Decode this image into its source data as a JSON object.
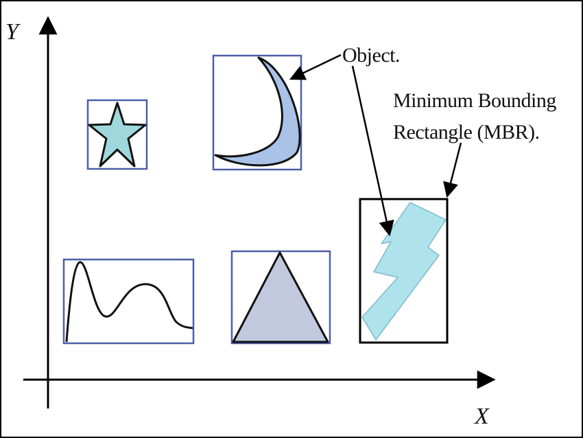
{
  "axes": {
    "x_label": "X",
    "y_label": "Y"
  },
  "annotations": {
    "object_label": "Object.",
    "mbr_label_line1": "Minimum Bounding",
    "mbr_label_line2": "Rectangle (MBR)."
  },
  "colors": {
    "mbr_stroke": "#4a5fa8",
    "highlight_mbr_stroke": "#000000",
    "star_fill": "#9fd8dc",
    "crescent_fill": "#a9c2e6",
    "triangle_fill": "#c2c9df",
    "bolt_fill": "#aee3ec",
    "bolt_stroke": "#7fb8cc",
    "frame": "#000000"
  },
  "icons": [
    "star-shape",
    "crescent-shape",
    "curve-shape",
    "triangle-shape",
    "lightning-bolt-shape"
  ]
}
